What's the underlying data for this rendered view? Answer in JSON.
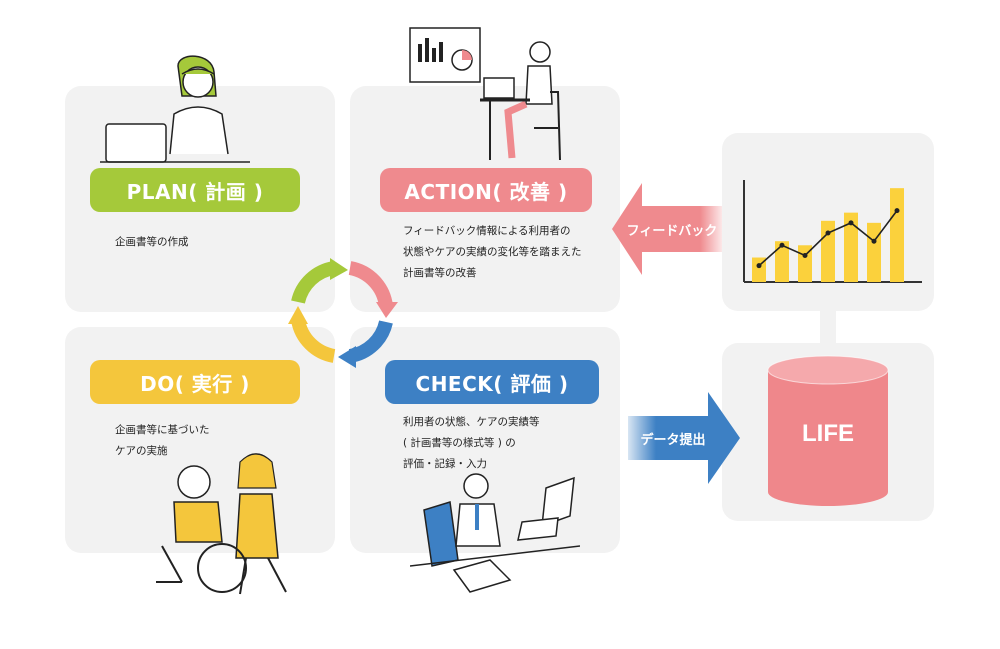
{
  "plan": {
    "title": "PLAN( 計画 )",
    "desc": "企画書等の作成"
  },
  "action": {
    "title": "ACTION( 改善 )",
    "desc": "フィードバック情報による利用者の\n状態やケアの実績の変化等を踏まえた\n計画書等の改善"
  },
  "do": {
    "title": "DO( 実行 )",
    "desc": "企画書等に基づいた\nケアの実施"
  },
  "check": {
    "title": "CHECK( 評価 )",
    "desc": "利用者の状態、ケアの実績等\n( 計画書等の様式等 ) の\n評価・記録・入力"
  },
  "arrows": {
    "feedback": "フィードバック",
    "data_submit": "データ提出"
  },
  "life": {
    "label": "LIFE"
  },
  "chart_data": {
    "type": "bar",
    "bar_values": [
      2.4,
      4.0,
      3.6,
      6.0,
      6.8,
      5.8,
      9.2
    ],
    "line_values": [
      1.6,
      3.6,
      2.6,
      4.8,
      5.8,
      4.0,
      7.0
    ],
    "ylim": [
      0,
      10
    ],
    "grid": false
  },
  "colors": {
    "plan": "#a5c93a",
    "action": "#ef8a8e",
    "do": "#f4c63c",
    "check": "#3d80c4",
    "bar": "#fbd13c",
    "life": "#ef878b",
    "panel": "#f2f2f2"
  }
}
